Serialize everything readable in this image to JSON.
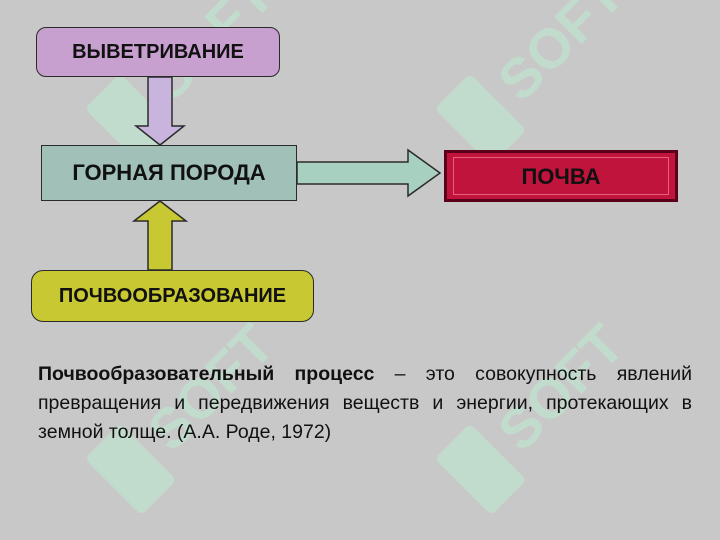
{
  "diagram": {
    "weathering_label": "ВЫВЕТРИВАНИЕ",
    "rock_label": "ГОРНАЯ ПОРОДА",
    "soil_label": "ПОЧВА",
    "formation_label": "ПОЧВООБРАЗОВАНИЕ"
  },
  "definition": {
    "term": "Почвообразовательный процесс",
    "text": " – это совокупность явлений превращения и передвижения веществ и энергии, протекающих в земной толще. (А.А. Роде, 1972)"
  },
  "watermark": {
    "text": "SOFT"
  },
  "colors": {
    "background": "#c8c8c8",
    "weathering_fill": "#c8a0d0",
    "weathering_arrow": "#c8b4dc",
    "rock_fill": "#a0c0b8",
    "rock_arrow": "#a8d0c0",
    "soil_fill": "#c0143c",
    "formation_fill": "#c8c832",
    "formation_arrow": "#c8c832",
    "watermark": "#bfe3cf"
  }
}
